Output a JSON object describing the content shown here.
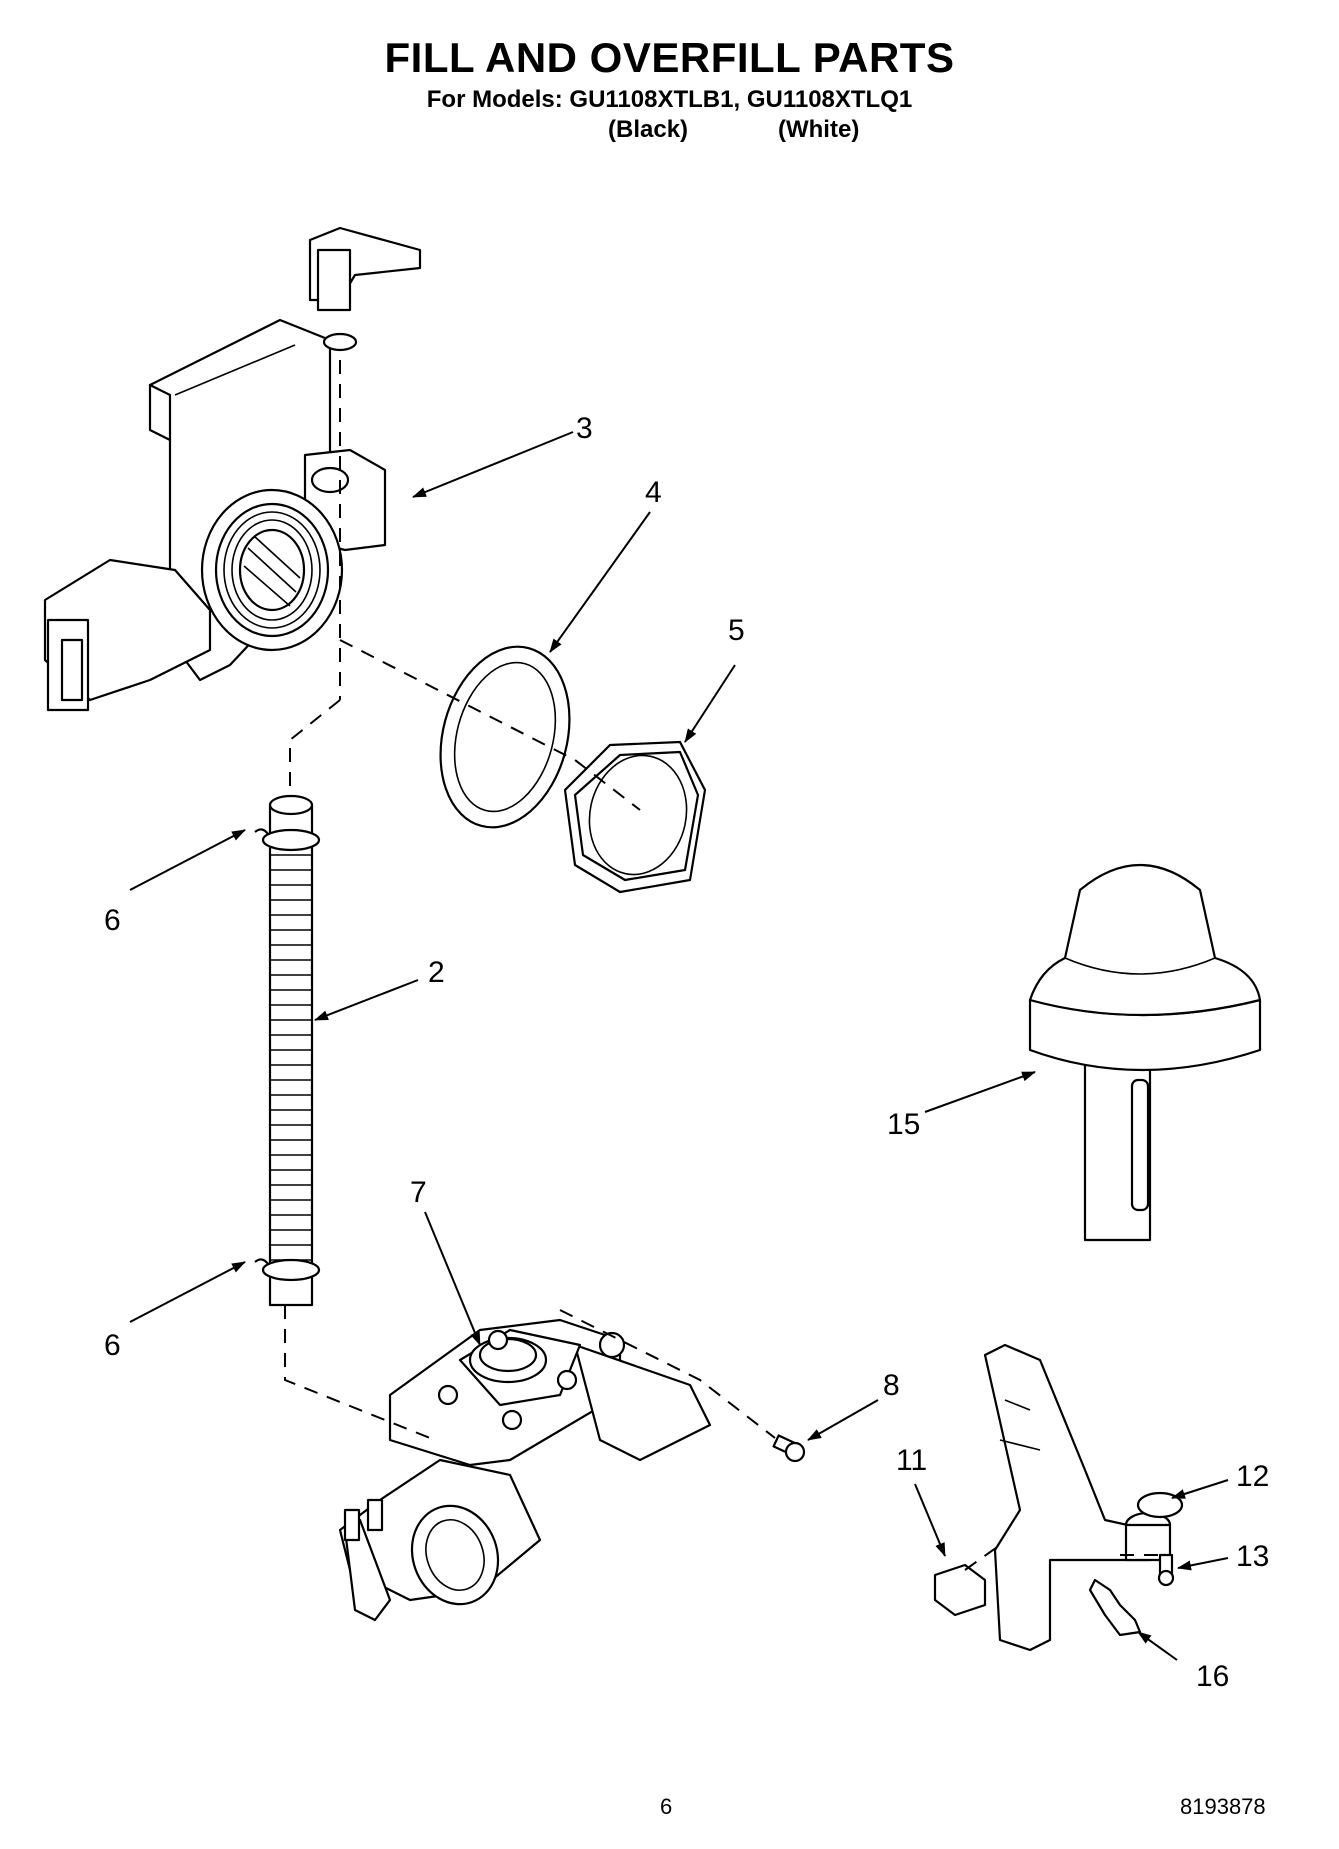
{
  "header": {
    "title": "FILL AND OVERFILL PARTS",
    "models": "For Models: GU1108XTLB1, GU1108XTLQ1",
    "color_black": "(Black)",
    "color_white": "(White)"
  },
  "callouts": {
    "c2": "2",
    "c3": "3",
    "c4": "4",
    "c5": "5",
    "c6a": "6",
    "c6b": "6",
    "c7": "7",
    "c8": "8",
    "c11": "11",
    "c12": "12",
    "c13": "13",
    "c15": "15",
    "c16": "16"
  },
  "footer": {
    "page_number": "6",
    "doc_number": "8193878"
  }
}
